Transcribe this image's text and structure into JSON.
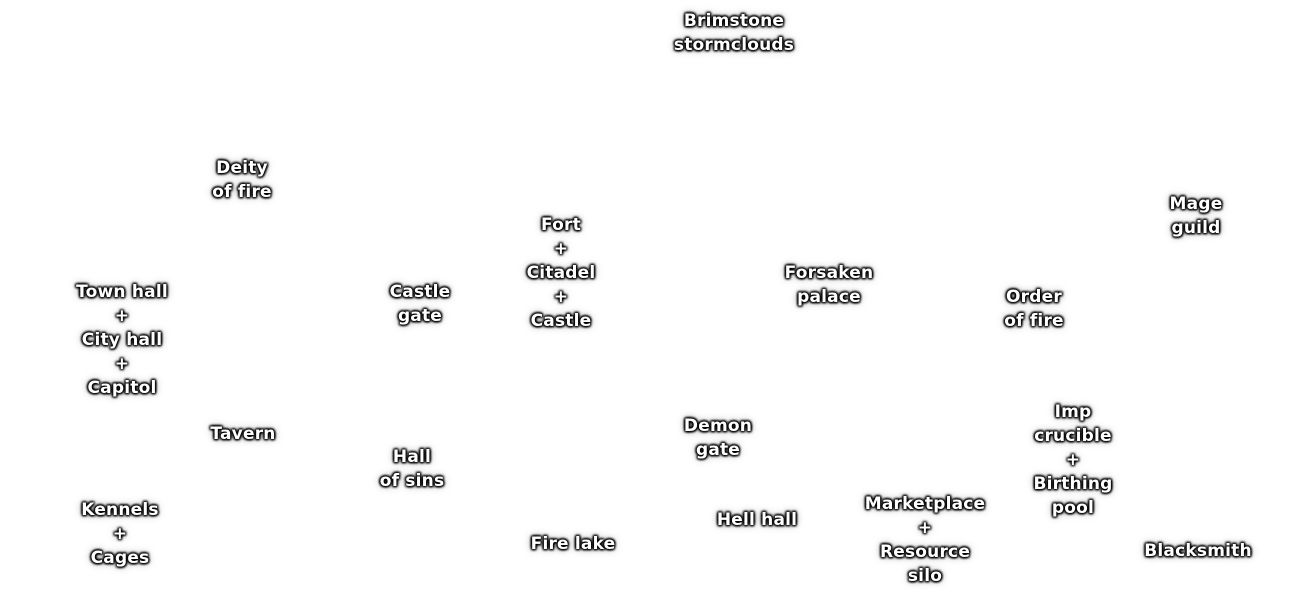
{
  "buildings": {
    "brimstone_stormclouds": [
      "Brimstone",
      "stormclouds"
    ],
    "deity_of_fire": [
      "Deity",
      "of fire"
    ],
    "mage_guild": [
      "Mage",
      "guild"
    ],
    "fort_citadel_castle": [
      "Fort",
      "+",
      "Citadel",
      "+",
      "Castle"
    ],
    "forsaken_palace": [
      "Forsaken",
      "palace"
    ],
    "town_hall_city_hall_capitol": [
      "Town hall",
      "+",
      "City hall",
      "+",
      "Capitol"
    ],
    "castle_gate": [
      "Castle",
      "gate"
    ],
    "order_of_fire": [
      "Order",
      "of fire"
    ],
    "imp_crucible_birthing_pool": [
      "Imp",
      "crucible",
      "+",
      "Birthing",
      "pool"
    ],
    "tavern": [
      "Tavern"
    ],
    "demon_gate": [
      "Demon",
      "gate"
    ],
    "hall_of_sins": [
      "Hall",
      "of sins"
    ],
    "kennels_cages": [
      "Kennels",
      "+",
      "Cages"
    ],
    "marketplace_resource_silo": [
      "Marketplace",
      "+",
      "Resource",
      "silo"
    ],
    "hell_hall": [
      "Hell hall"
    ],
    "fire_lake": [
      "Fire lake"
    ],
    "blacksmith": [
      "Blacksmith"
    ]
  }
}
